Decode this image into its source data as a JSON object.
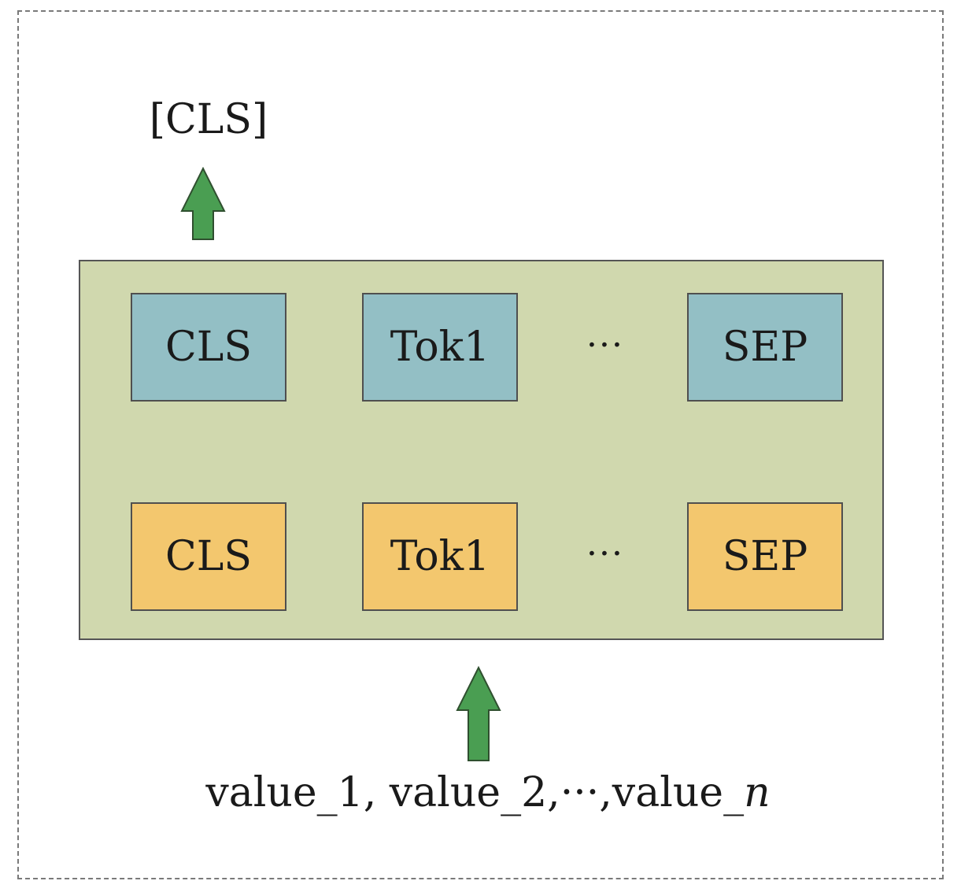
{
  "diagram": {
    "output_label": "[CLS]",
    "top_row": [
      {
        "label": "CLS"
      },
      {
        "label": "Tok1"
      },
      {
        "label": "SEP"
      }
    ],
    "bottom_row": [
      {
        "label": "CLS"
      },
      {
        "label": "Tok1"
      },
      {
        "label": "SEP"
      }
    ],
    "ellipsis": "···",
    "input_label": {
      "prefix": "value_1, value_2,···,value_",
      "variable": "n"
    }
  },
  "colors": {
    "frame_border": "#7a7a7a",
    "encoder_fill": "#d0d8ae",
    "top_token_fill": "#93bfc5",
    "bottom_token_fill": "#f3c76e",
    "arrow_fill": "#4a9e52"
  }
}
